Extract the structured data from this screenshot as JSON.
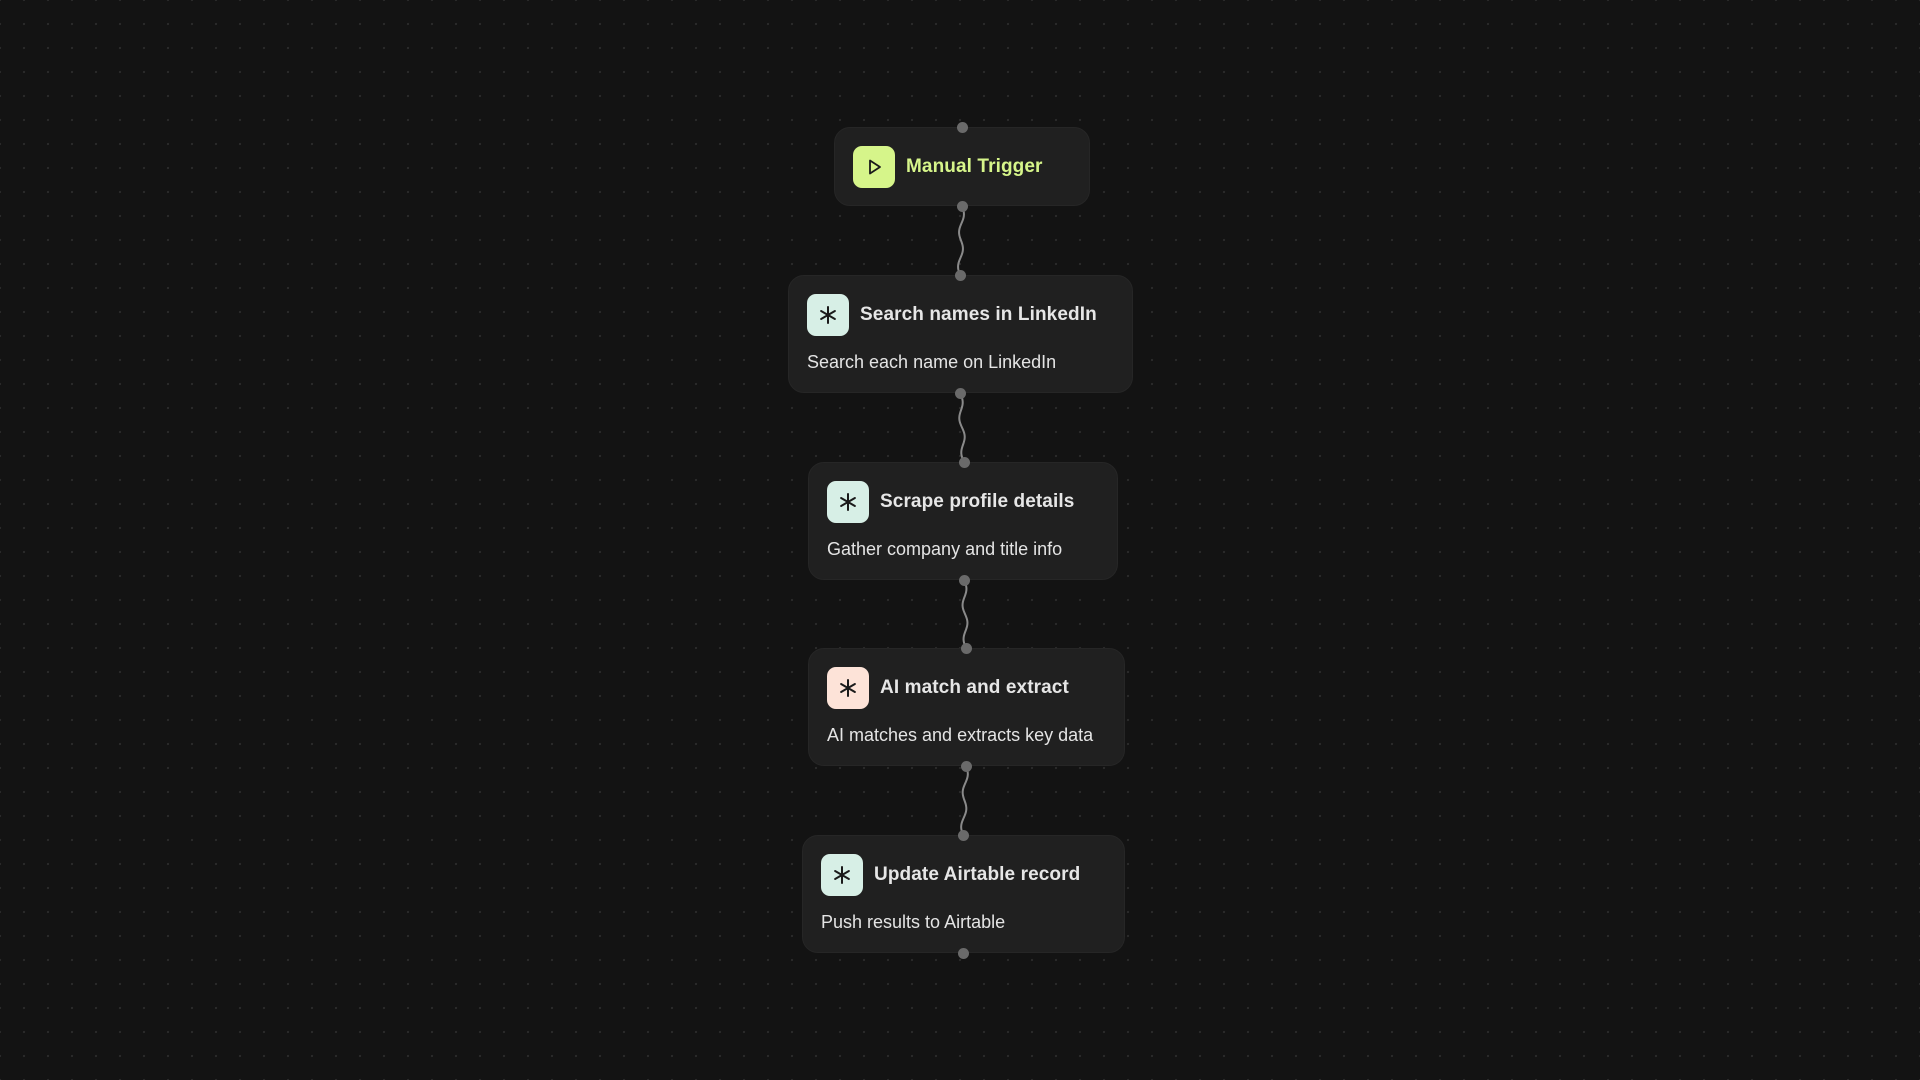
{
  "nodes": [
    {
      "id": "manual-trigger",
      "title": "Manual Trigger",
      "description": "",
      "icon": "play-icon",
      "icon_bg": "#d6f58a",
      "icon_fg": "#1a1a1a"
    },
    {
      "id": "search-linkedin",
      "title": "Search names in LinkedIn",
      "description": "Search each name on LinkedIn",
      "icon": "asterisk-icon",
      "icon_bg": "#d7efe6",
      "icon_fg": "#1a1a1a"
    },
    {
      "id": "scrape-profile",
      "title": "Scrape profile details",
      "description": "Gather company and title info",
      "icon": "asterisk-icon",
      "icon_bg": "#d7efe6",
      "icon_fg": "#1a1a1a"
    },
    {
      "id": "ai-match",
      "title": "AI match and extract",
      "description": "AI matches and extracts key data",
      "icon": "asterisk-icon",
      "icon_bg": "#fde3d8",
      "icon_fg": "#1a1a1a"
    },
    {
      "id": "update-airtable",
      "title": "Update Airtable record",
      "description": "Push results to Airtable",
      "icon": "asterisk-icon",
      "icon_bg": "#d7efe6",
      "icon_fg": "#1a1a1a"
    }
  ],
  "colors": {
    "background": "#131313",
    "node_bg": "#202020",
    "port": "#6a6a6a",
    "edge": "#8a8a8a",
    "trigger_accent": "#d6f58a"
  }
}
